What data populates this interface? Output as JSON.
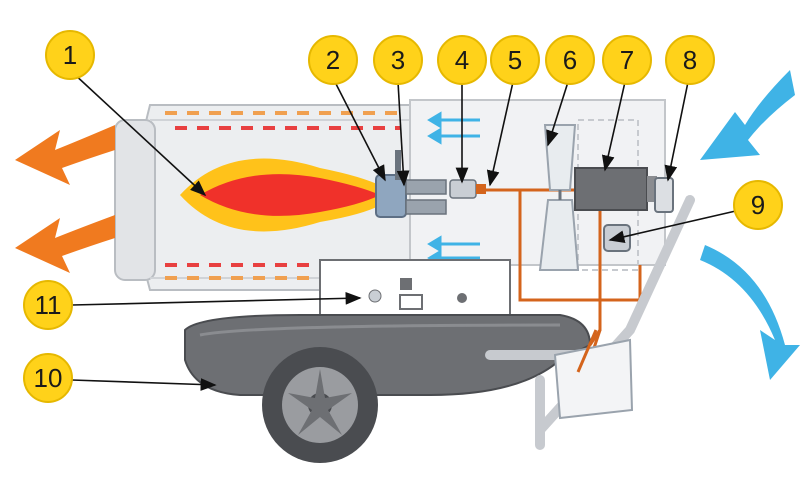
{
  "callouts": [
    {
      "label": "1"
    },
    {
      "label": "2"
    },
    {
      "label": "3"
    },
    {
      "label": "4"
    },
    {
      "label": "5"
    },
    {
      "label": "6"
    },
    {
      "label": "7"
    },
    {
      "label": "8"
    },
    {
      "label": "9"
    },
    {
      "label": "10"
    },
    {
      "label": "11"
    }
  ],
  "colors": {
    "callout_fill": "#ffd21a",
    "callout_stroke": "#e6b800",
    "hot_air": "#f07a1f",
    "cold_air": "#3fb3e6",
    "flame_outer": "#ffc21a",
    "flame_inner": "#f0312a",
    "fuel_line": "#d4641c",
    "body_gray": "#6d6f73",
    "casing": "#eef0f2"
  },
  "icons": [
    "hot-air-arrow-icon",
    "cold-air-arrow-icon",
    "flame-icon",
    "fan-icon",
    "wheel-icon"
  ]
}
